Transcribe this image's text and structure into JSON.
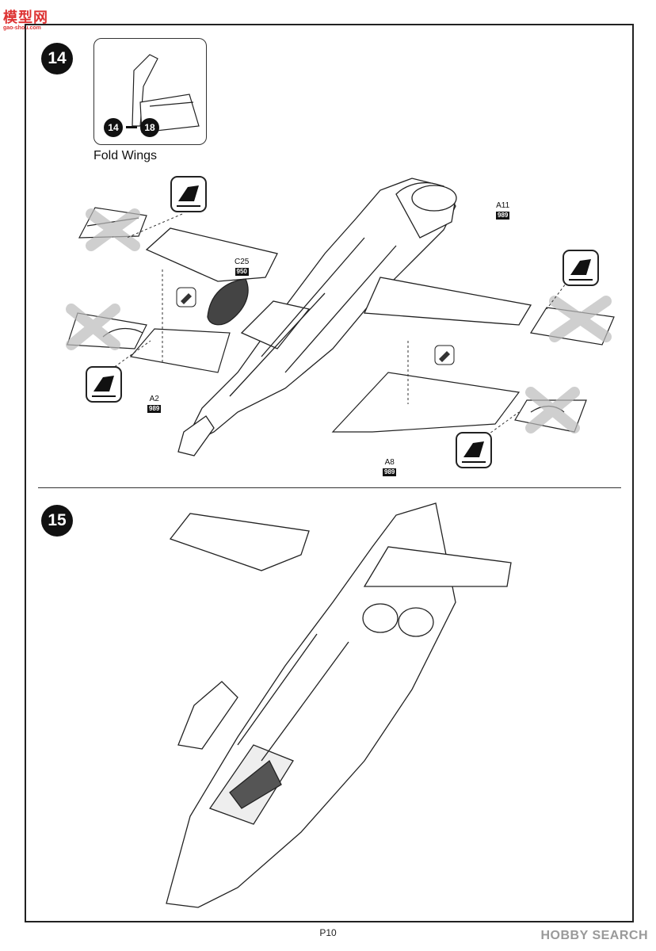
{
  "header": {
    "site_logo": "模型网",
    "site_logo_sub": "gao-shou.com"
  },
  "step14": {
    "number": "14",
    "inset": {
      "range_start": "14",
      "range_end": "18",
      "caption": "Fold Wings"
    },
    "callouts": {
      "a11": {
        "part": "A11",
        "code": "989"
      },
      "c25": {
        "part": "C25",
        "code": "950"
      },
      "a2": {
        "part": "A2",
        "code": "989"
      },
      "a8": {
        "part": "A8",
        "code": "989"
      }
    }
  },
  "step15": {
    "number": "15"
  },
  "footer": {
    "page_number": "P10",
    "watermark": "HOBBY SEARCH"
  },
  "icons": [
    "glue-tube-icon",
    "cement-icon",
    "folded-wing-x-icon",
    "wing-fold-icon"
  ]
}
